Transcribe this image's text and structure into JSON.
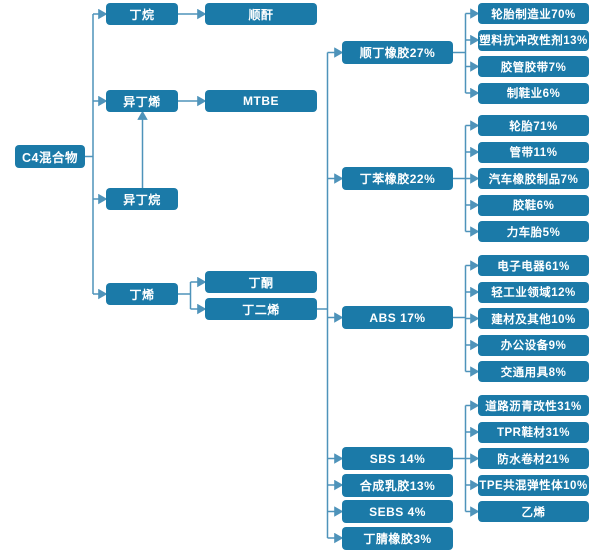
{
  "colors": {
    "node_fill": "#1b7aa8",
    "node_text": "#ffffff",
    "connector": "#4e93ba"
  },
  "nodes": {
    "root": "C4混合物",
    "feedstocks": [
      "丁烷",
      "异丁烯",
      "异丁烷",
      "丁烯"
    ],
    "intermediates": [
      "顺酐",
      "MTBE",
      "丁酮",
      "丁二烯"
    ],
    "butadiene_products": [
      "顺丁橡胶27%",
      "丁苯橡胶22%",
      "ABS 17%",
      "SBS 14%",
      "合成乳胶13%",
      "SEBS 4%",
      "丁腈橡胶3%"
    ],
    "cis_rubber_uses": [
      "轮胎制造业70%",
      "塑料抗冲改性剂13%",
      "胶管胶带7%",
      "制鞋业6%"
    ],
    "sbr_uses": [
      "轮胎71%",
      "管带11%",
      "汽车橡胶制品7%",
      "胶鞋6%",
      "力车胎5%"
    ],
    "abs_uses": [
      "电子电器61%",
      "轻工业领域12%",
      "建材及其他10%",
      "办公设备9%",
      "交通用具8%"
    ],
    "sbs_uses": [
      "道路沥青改性31%",
      "TPR鞋材31%",
      "防水卷材21%",
      "TPE共混弹性体10%",
      "乙烯"
    ]
  }
}
